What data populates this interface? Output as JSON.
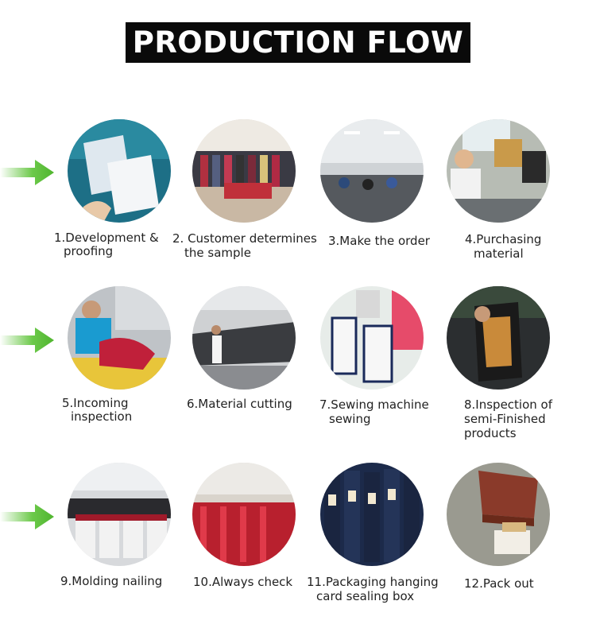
{
  "title": "PRODUCTION FLOW",
  "colors": {
    "arrow": "#5cbf3a",
    "title_bg": "#0a0a0a",
    "title_text": "#ffffff"
  },
  "steps": [
    {
      "lines": [
        "1.Development &",
        "proofing"
      ]
    },
    {
      "lines": [
        "2. Customer determines",
        "the sample"
      ]
    },
    {
      "lines": [
        "3.Make the order"
      ]
    },
    {
      "lines": [
        "4.Purchasing",
        "material"
      ]
    },
    {
      "lines": [
        "5.Incoming",
        "inspection"
      ]
    },
    {
      "lines": [
        "6.Material cutting"
      ]
    },
    {
      "lines": [
        "7.Sewing machine",
        "sewing"
      ]
    },
    {
      "lines": [
        "8.Inspection of",
        "semi-Finished",
        "products"
      ]
    },
    {
      "lines": [
        "9.Molding nailing"
      ]
    },
    {
      "lines": [
        "10.Always check"
      ]
    },
    {
      "lines": [
        "11.Packaging hanging",
        "card sealing box"
      ]
    },
    {
      "lines": [
        "12.Pack out"
      ]
    }
  ]
}
